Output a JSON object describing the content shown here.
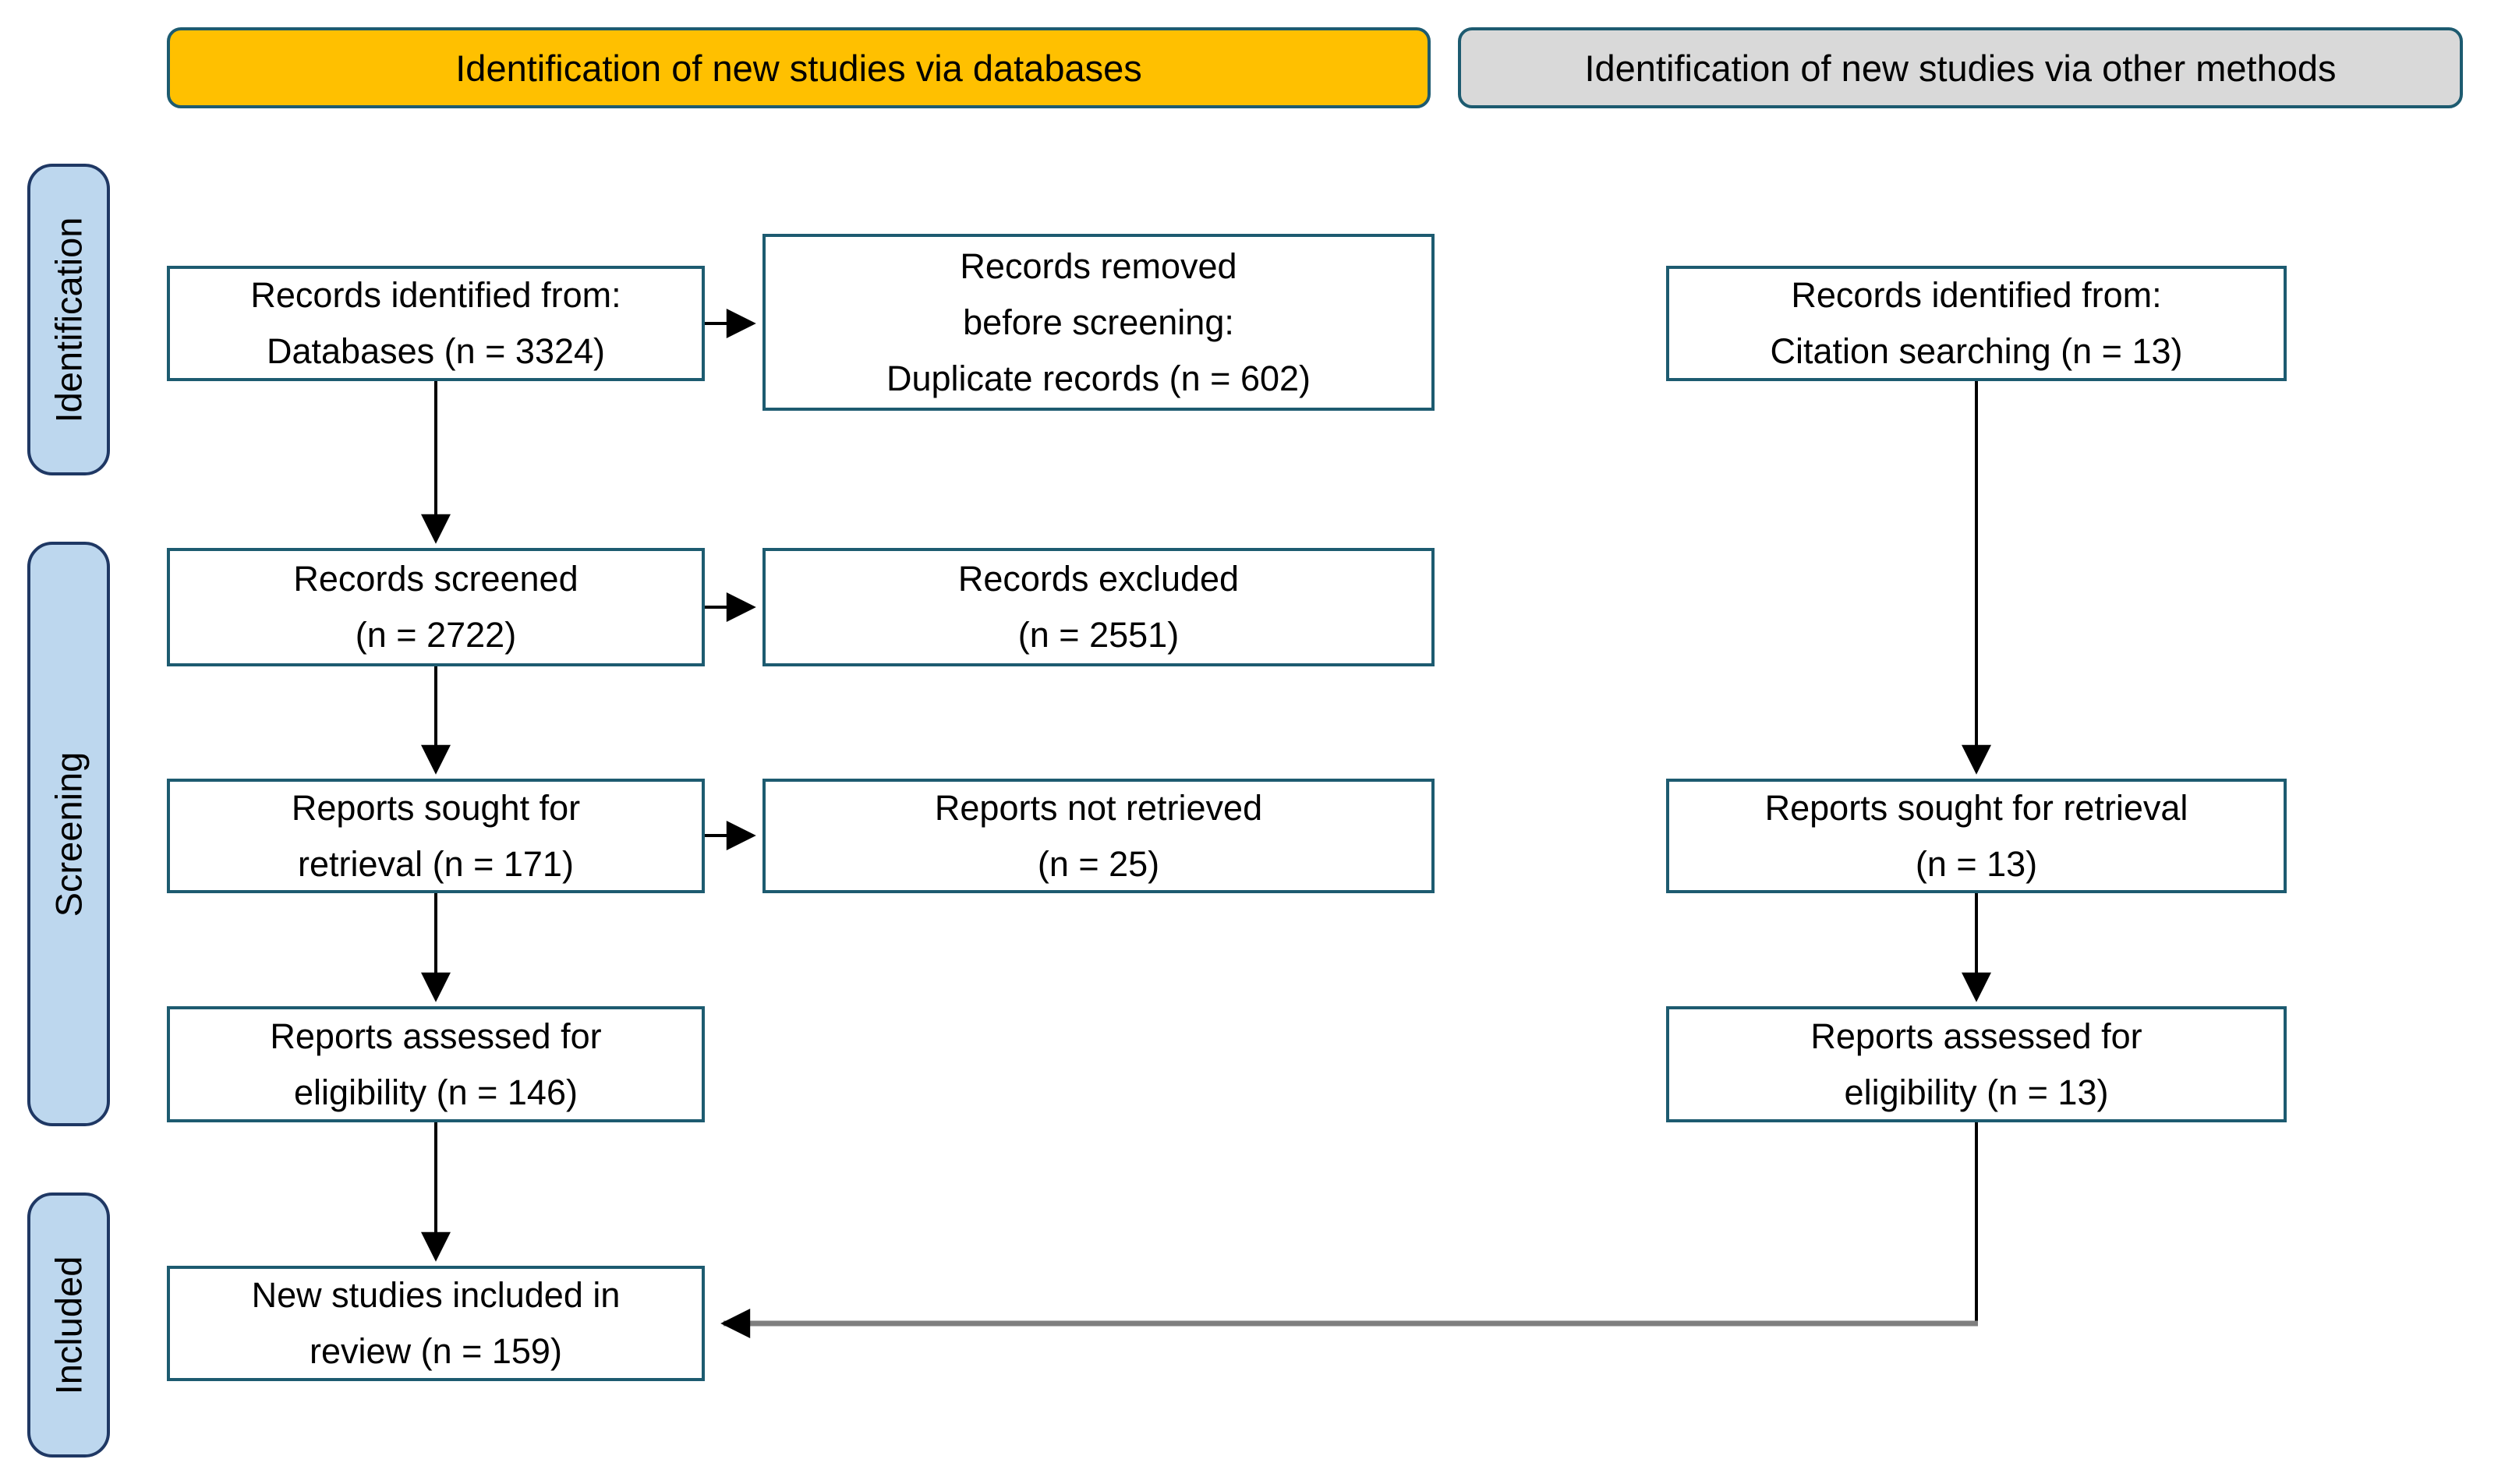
{
  "headers": {
    "databases": "Identification of new studies via databases",
    "other_methods": "Identification of new studies via other methods"
  },
  "stages": {
    "identification": "Identification",
    "screening": "Screening",
    "included": "Included"
  },
  "boxes": {
    "db_identified": {
      "lines": [
        "Records identified from:",
        "Databases (n = 3324)"
      ]
    },
    "dup_removed": {
      "lines": [
        "Records removed",
        "before screening:",
        "Duplicate records (n = 602)"
      ]
    },
    "records_screened": {
      "lines": [
        "Records screened",
        "(n = 2722)"
      ]
    },
    "records_excluded": {
      "lines": [
        "Records excluded",
        "(n = 2551)"
      ]
    },
    "reports_sought": {
      "lines": [
        "Reports sought for",
        "retrieval (n = 171)"
      ]
    },
    "reports_not_retrieved": {
      "lines": [
        "Reports not retrieved",
        "(n = 25)"
      ]
    },
    "reports_assessed": {
      "lines": [
        "Reports assessed for",
        "eligibility (n = 146)"
      ]
    },
    "new_studies": {
      "lines": [
        "New studies included in",
        "review (n = 159)"
      ]
    },
    "citation_identified": {
      "lines": [
        "Records identified from:",
        "Citation searching (n = 13)"
      ]
    },
    "citation_sought": {
      "lines": [
        "Reports sought for retrieval",
        "(n = 13)"
      ]
    },
    "citation_assessed": {
      "lines": [
        "Reports assessed for",
        "eligibility (n = 13)"
      ]
    }
  },
  "counts": {
    "databases_identified": 3324,
    "duplicates_removed": 602,
    "records_screened": 2722,
    "records_excluded": 2551,
    "reports_sought": 171,
    "reports_not_retrieved": 25,
    "reports_assessed": 146,
    "new_studies_included": 159,
    "citation_identified": 13,
    "citation_sought": 13,
    "citation_assessed": 13
  },
  "colors": {
    "header_databases_bg": "#FFC000",
    "header_other_methods_bg": "#D9D9D9",
    "stage_label_bg": "#BDD7EE",
    "stage_label_border": "#1F3864",
    "flow_box_border": "#1D5B70",
    "arrow": "#000000",
    "elbow_connector": "#7F7F7F"
  }
}
